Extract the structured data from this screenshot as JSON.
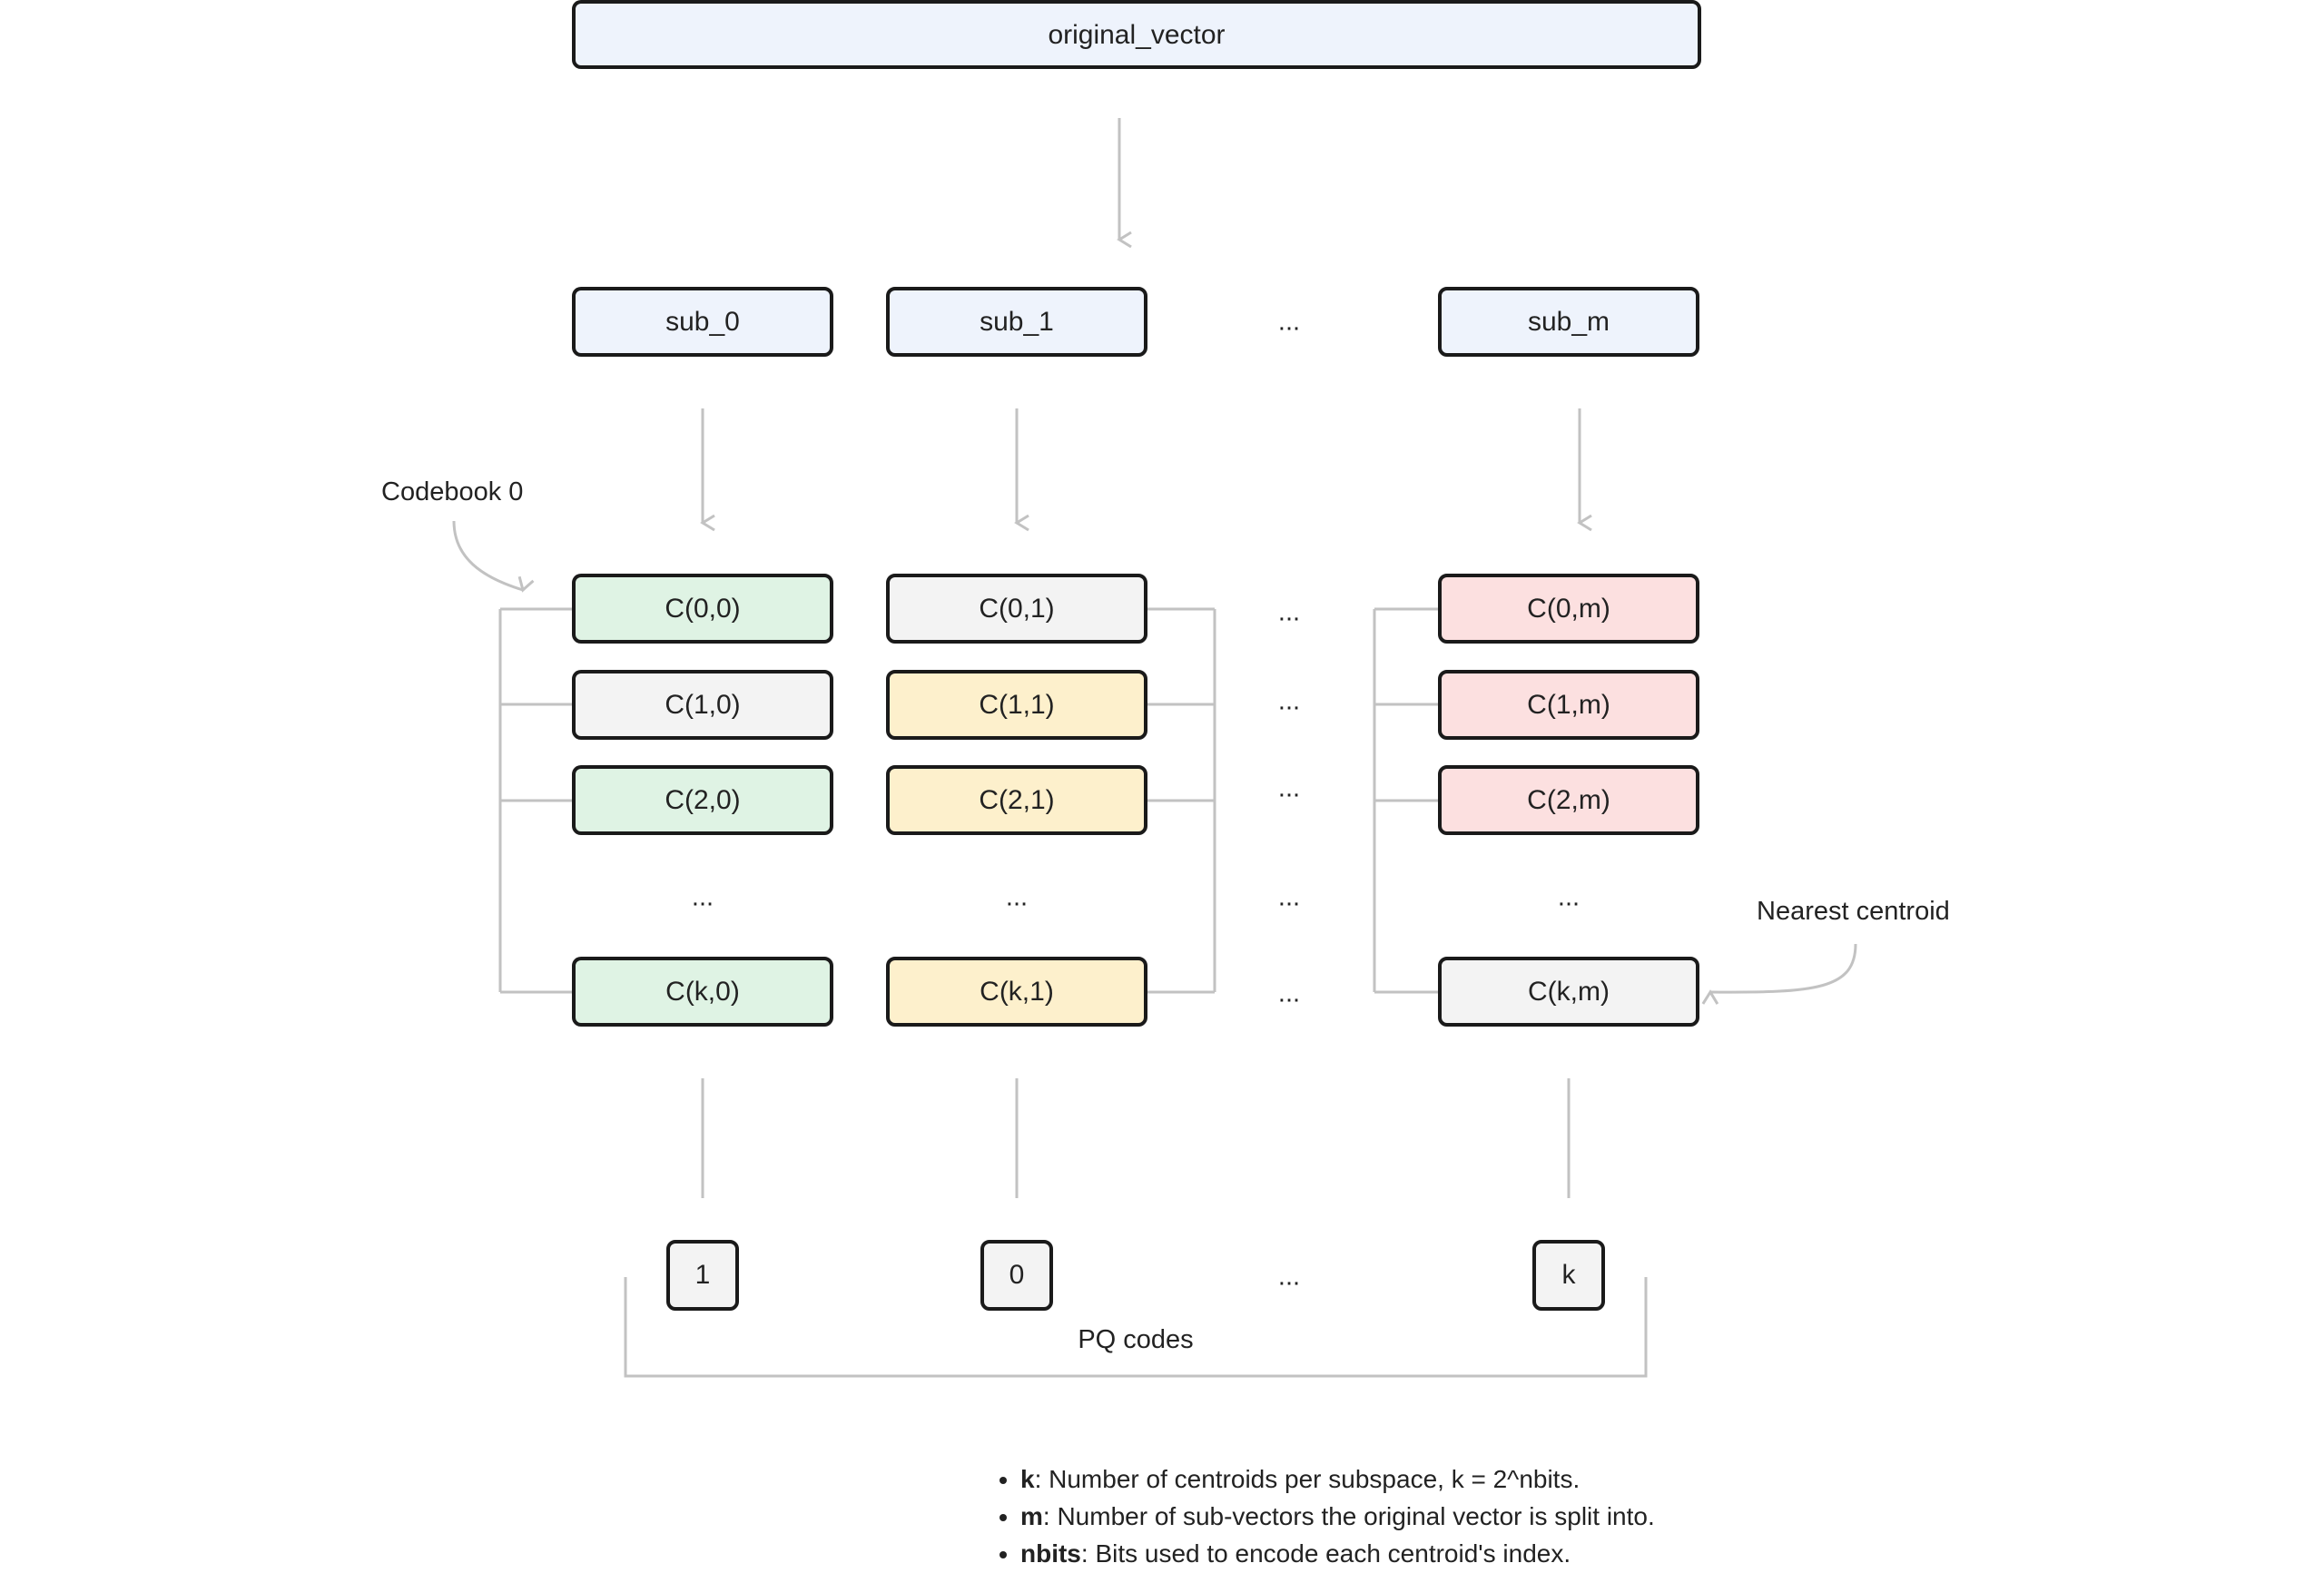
{
  "original_vector": "original_vector",
  "subvectors": [
    "sub_0",
    "sub_1",
    "...",
    "sub_m"
  ],
  "codebook_label": "Codebook 0",
  "nearest_label": "Nearest centroid",
  "ellipsis": "...",
  "codebooks": [
    {
      "column": 0,
      "cells": [
        "C(0,0)",
        "C(1,0)",
        "C(2,0)",
        "...",
        "C(k,0)"
      ],
      "fills": [
        "#dff3e4",
        "#f3f3f3",
        "#dff3e4",
        "",
        "#dff3e4"
      ]
    },
    {
      "column": 1,
      "cells": [
        "C(0,1)",
        "C(1,1)",
        "C(2,1)",
        "...",
        "C(k,1)"
      ],
      "fills": [
        "#f3f3f3",
        "#fdf0cc",
        "#fdf0cc",
        "",
        "#fdf0cc"
      ]
    },
    {
      "column": 3,
      "cells": [
        "C(0,m)",
        "C(1,m)",
        "C(2,m)",
        "...",
        "C(k,m)"
      ],
      "fills": [
        "#fce0e0",
        "#fce0e0",
        "#fce0e0",
        "",
        "#f3f3f3"
      ]
    }
  ],
  "pq_codes": [
    "1",
    "0",
    "...",
    "k"
  ],
  "pq_label": "PQ codes",
  "legend": [
    {
      "term": "k",
      "desc": ": Number of centroids per subspace, k = 2^nbits."
    },
    {
      "term": "m",
      "desc": ": Number of sub-vectors the original vector is split into."
    },
    {
      "term": "nbits",
      "desc": ": Bits used to encode each centroid's index."
    }
  ],
  "colors": {
    "box_stroke": "#1a1a1a",
    "subvector_fill": "#eef3fc",
    "connector": "#c2c2c2"
  }
}
